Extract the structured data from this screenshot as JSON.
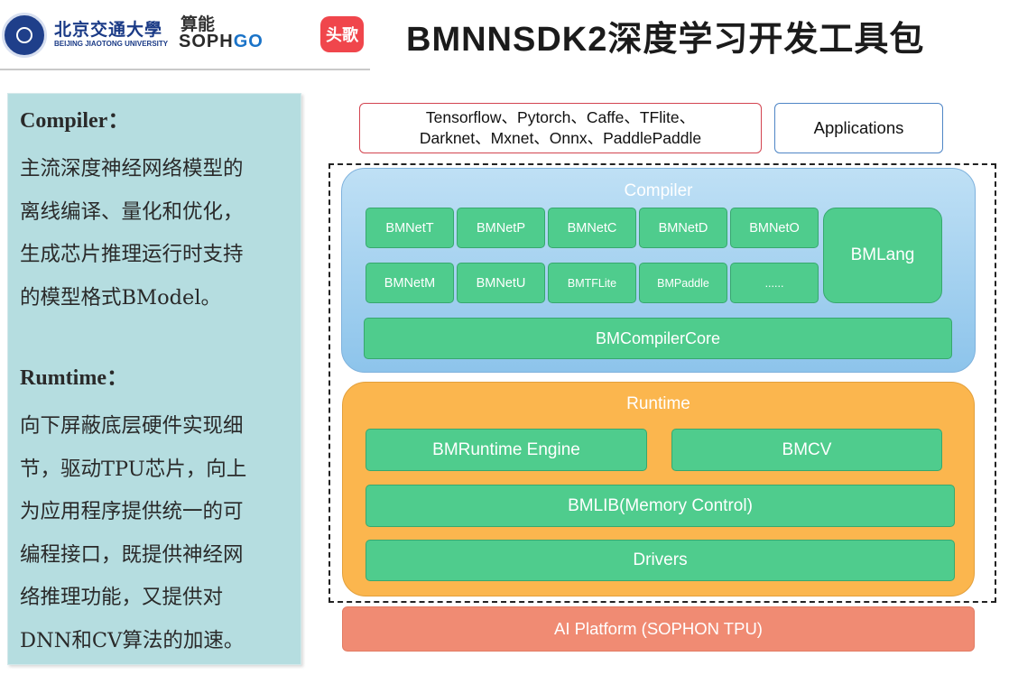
{
  "header": {
    "university_cn": "北京交通大學",
    "university_en": "BEIJING JIAOTONG UNIVERSITY",
    "sophgo_cn": "算能",
    "sophgo_en_main": "SOPH",
    "sophgo_en_accent": "GO",
    "toutiao_label": "头歌",
    "title": "BMNNSDK2深度学习开发工具包"
  },
  "left_panel": {
    "compiler_heading": "Compiler：",
    "compiler_lines": [
      "主流深度神经网络模型的",
      "离线编译、量化和优化，",
      "生成芯片推理运行时支持",
      "的模型格式BModel。"
    ],
    "runtime_heading": "Rumtime：",
    "runtime_lines": [
      "向下屏蔽底层硬件实现细",
      "节，驱动TPU芯片，向上",
      "为应用程序提供统一的可",
      "编程接口，既提供神经网",
      "络推理功能，又提供对",
      "DNN和CV算法的加速。"
    ]
  },
  "diagram": {
    "frameworks_line1": "Tensorflow、Pytorch、Caffe、TFlite、",
    "frameworks_line2": "Darknet、Mxnet、Onnx、PaddlePaddle",
    "applications": "Applications",
    "compiler_title": "Compiler",
    "compiler_row1": [
      "BMNetT",
      "BMNetP",
      "BMNetC",
      "BMNetD",
      "BMNetO"
    ],
    "compiler_row2": [
      "BMNetM",
      "BMNetU",
      "BMTFLite",
      "BMPaddle",
      "......"
    ],
    "bmlang": "BMLang",
    "compiler_core": "BMCompilerCore",
    "runtime_title": "Runtime",
    "runtime_engine": "BMRuntime Engine",
    "bmcv": "BMCV",
    "bmlib": "BMLIB(Memory Control)",
    "drivers": "Drivers",
    "ai_platform": "AI Platform (SOPHON TPU)"
  },
  "colors": {
    "compiler_blue": "#8dc4eb",
    "runtime_orange": "#fbb64e",
    "module_green": "#4fcc8d",
    "platform_salmon": "#f08b73",
    "panel_teal": "#b5dde0"
  }
}
